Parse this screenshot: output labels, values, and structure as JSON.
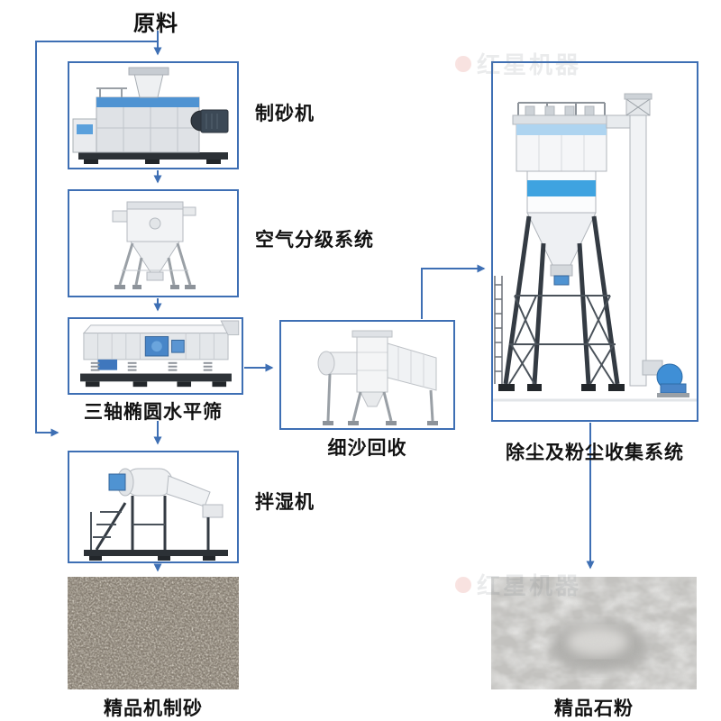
{
  "colors": {
    "accent": "#3e6fb4"
  },
  "watermark": {
    "text": "红星机器"
  },
  "nodes": {
    "raw_material": {
      "label": "原料"
    },
    "sand_maker": {
      "label": "制砂机"
    },
    "air_classifier": {
      "label": "空气分级系统"
    },
    "triaxial_screen": {
      "label": "三轴椭圆水平筛"
    },
    "fine_sand_recovery": {
      "label": "细沙回收"
    },
    "dust_collection": {
      "label": "除尘及粉尘收集系统"
    },
    "wet_mixer": {
      "label": "拌湿机"
    },
    "finished_sand": {
      "label": "精品机制砂"
    },
    "finished_powder": {
      "label": "精品石粉"
    }
  }
}
